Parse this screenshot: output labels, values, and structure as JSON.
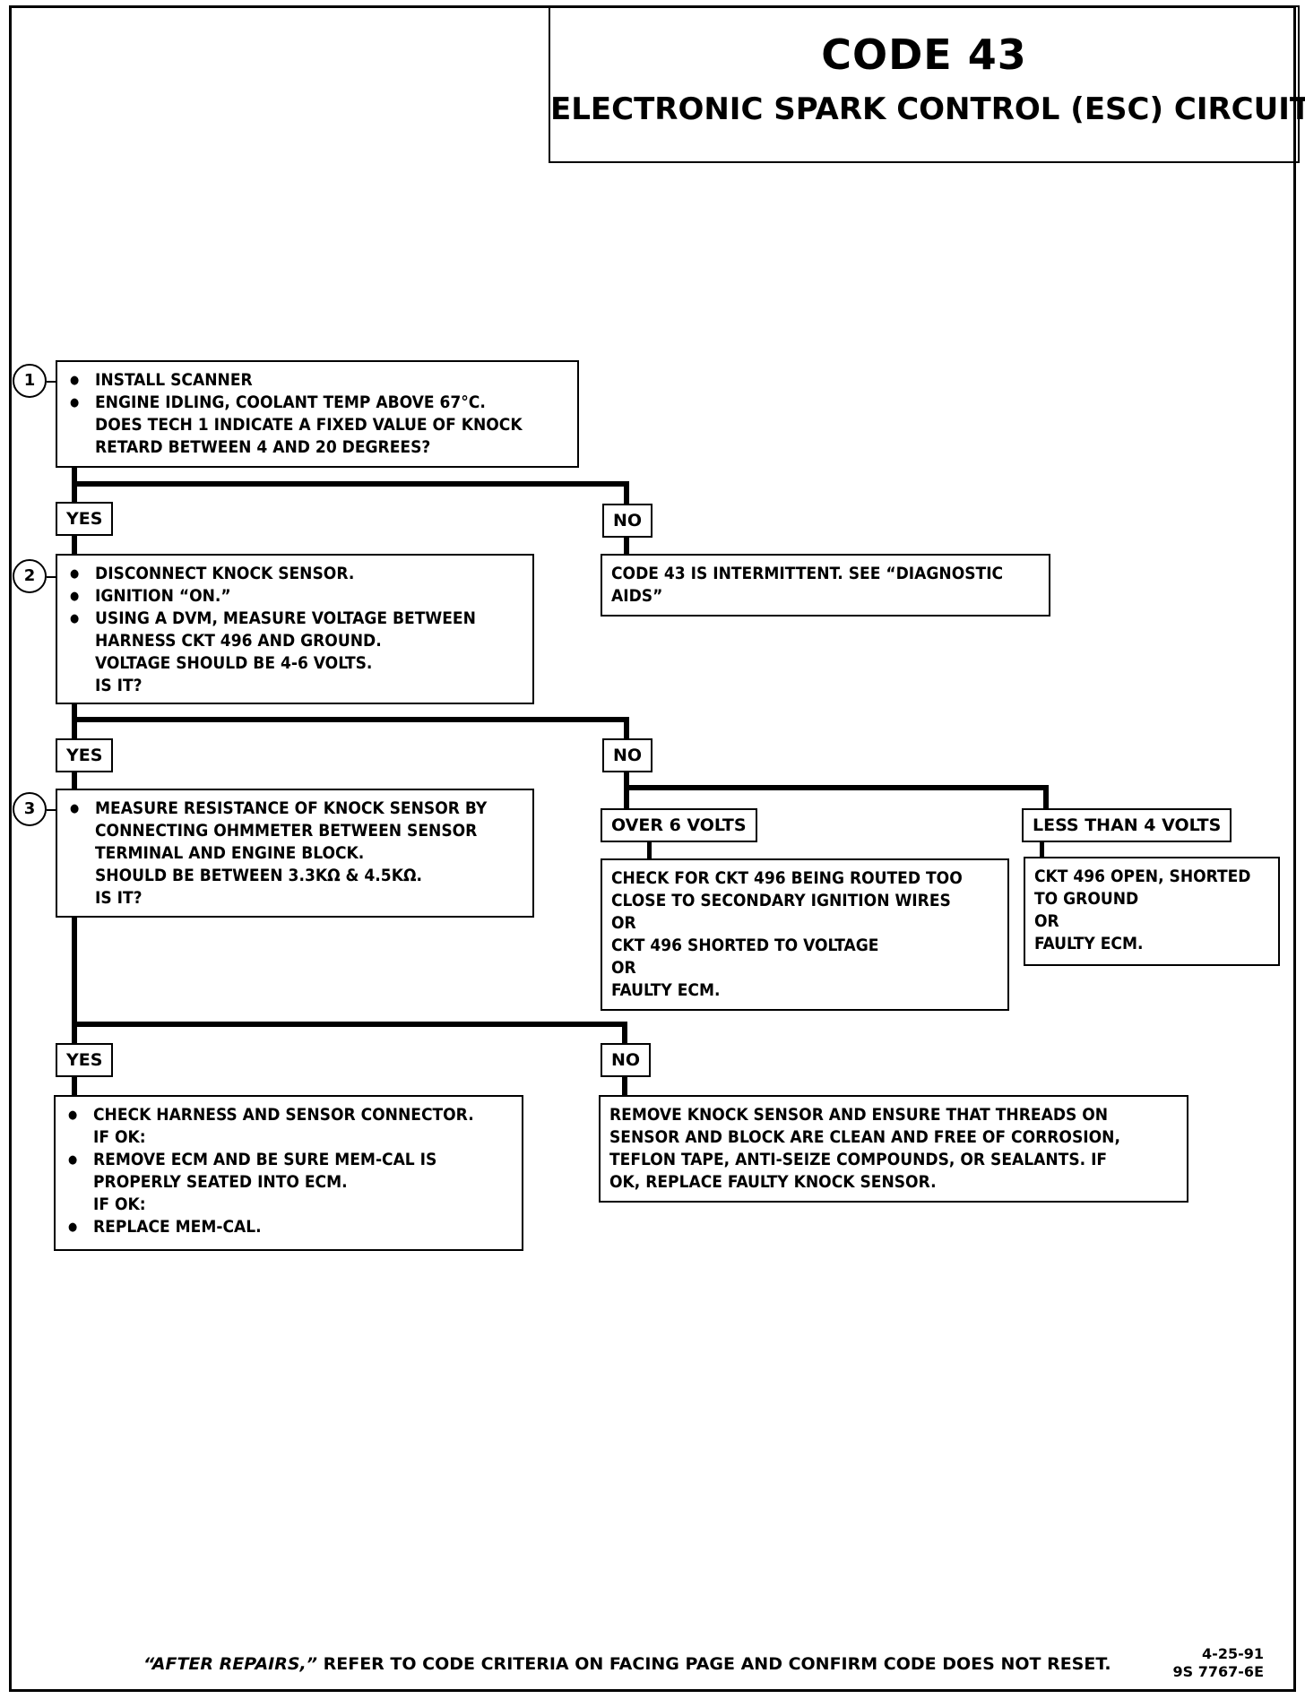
{
  "title": {
    "main": "CODE 43",
    "sub": "ELECTRONIC SPARK CONTROL (ESC) CIRCUIT"
  },
  "steps": {
    "s1": "1",
    "s2": "2",
    "s3": "3"
  },
  "box1": {
    "items": [
      "INSTALL SCANNER",
      "ENGINE IDLING, COOLANT TEMP ABOVE 67°C.",
      "DOES TECH 1 INDICATE  A FIXED VALUE OF KNOCK",
      "RETARD BETWEEN 4 AND 20 DEGREES?"
    ]
  },
  "box2": {
    "items": [
      "DISCONNECT KNOCK SENSOR.",
      "IGNITION “ON.”",
      "USING A DVM, MEASURE VOLTAGE BETWEEN",
      "HARNESS CKT 496 AND GROUND.",
      "VOLTAGE SHOULD BE 4-6 VOLTS.",
      "IS IT?"
    ]
  },
  "box3": {
    "items": [
      "MEASURE RESISTANCE OF KNOCK SENSOR BY",
      "CONNECTING OHMMETER BETWEEN SENSOR",
      "TERMINAL AND ENGINE BLOCK.",
      "SHOULD BE BETWEEN 3.3KΩ & 4.5KΩ.",
      "IS IT?"
    ]
  },
  "intermittent": {
    "lines": [
      "CODE 43 IS INTERMITTENT.  SEE “DIAGNOSTIC",
      "AIDS”"
    ]
  },
  "over6box": {
    "lines": [
      "CHECK FOR CKT 496 BEING ROUTED TOO",
      "CLOSE TO SECONDARY IGNITION WIRES",
      "OR",
      "CKT 496 SHORTED TO VOLTAGE",
      "OR",
      "FAULTY ECM."
    ]
  },
  "less4box": {
    "lines": [
      "CKT 496 OPEN, SHORTED",
      "TO GROUND",
      "OR",
      "FAULTY ECM."
    ]
  },
  "yesFinal": {
    "items": [
      "CHECK HARNESS AND SENSOR CONNECTOR.",
      "IF OK:",
      "REMOVE ECM AND BE SURE MEM-CAL IS",
      "PROPERLY SEATED INTO ECM.",
      "IF OK:",
      "REPLACE MEM-CAL."
    ]
  },
  "noFinal": {
    "lines": [
      "REMOVE KNOCK SENSOR AND ENSURE THAT THREADS ON",
      "SENSOR AND BLOCK ARE CLEAN AND FREE OF CORROSION,",
      "TEFLON TAPE, ANTI-SEIZE COMPOUNDS, OR SEALANTS.  IF",
      "OK, REPLACE FAULTY KNOCK SENSOR."
    ]
  },
  "labels": {
    "yes": "YES",
    "no": "NO",
    "over6": "OVER 6 VOLTS",
    "less4": "LESS THAN 4 VOLTS"
  },
  "footer": {
    "italic": "“AFTER REPAIRS,”",
    "rest": " REFER TO CODE CRITERIA ON FACING PAGE AND CONFIRM CODE DOES NOT RESET.",
    "date": "4-25-91",
    "code": "9S 7767-6E"
  }
}
